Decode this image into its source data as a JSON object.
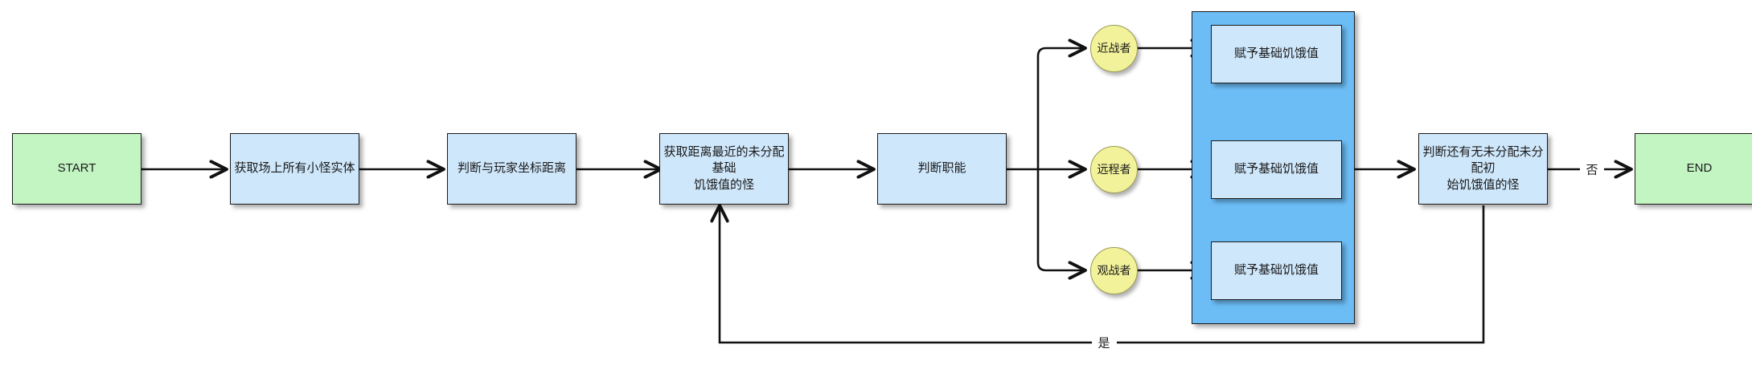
{
  "diagram": {
    "title": "monster-hunger-assignment-flowchart",
    "colors": {
      "terminal_fill": "#c3f5c3",
      "process_fill": "#cfe7fb",
      "decision_circle_fill": "#f2f29a",
      "group_fill": "#6cbdf6",
      "stroke": "#1b1b1b",
      "background": "#ffffff"
    },
    "nodes": {
      "start": "START",
      "get_all_monsters": "获取场上所有小怪实体",
      "judge_player_distance": "判断与玩家坐标距离",
      "get_nearest_unassigned": "获取距离最近的未分配基础\n饥饿值的怪",
      "judge_role": "判断职能",
      "role_melee": "近战者",
      "role_ranged": "远程者",
      "role_spectator": "观战者",
      "assign_base_hunger_melee": "赋予基础饥饿值",
      "assign_base_hunger_ranged": "赋予基础饥饿值",
      "assign_base_hunger_spectator": "赋予基础饥饿值",
      "judge_remaining": "判断还有无未分配未分配初\n始饥饿值的怪",
      "end": "END"
    },
    "edge_labels": {
      "no": "否",
      "yes": "是"
    }
  }
}
